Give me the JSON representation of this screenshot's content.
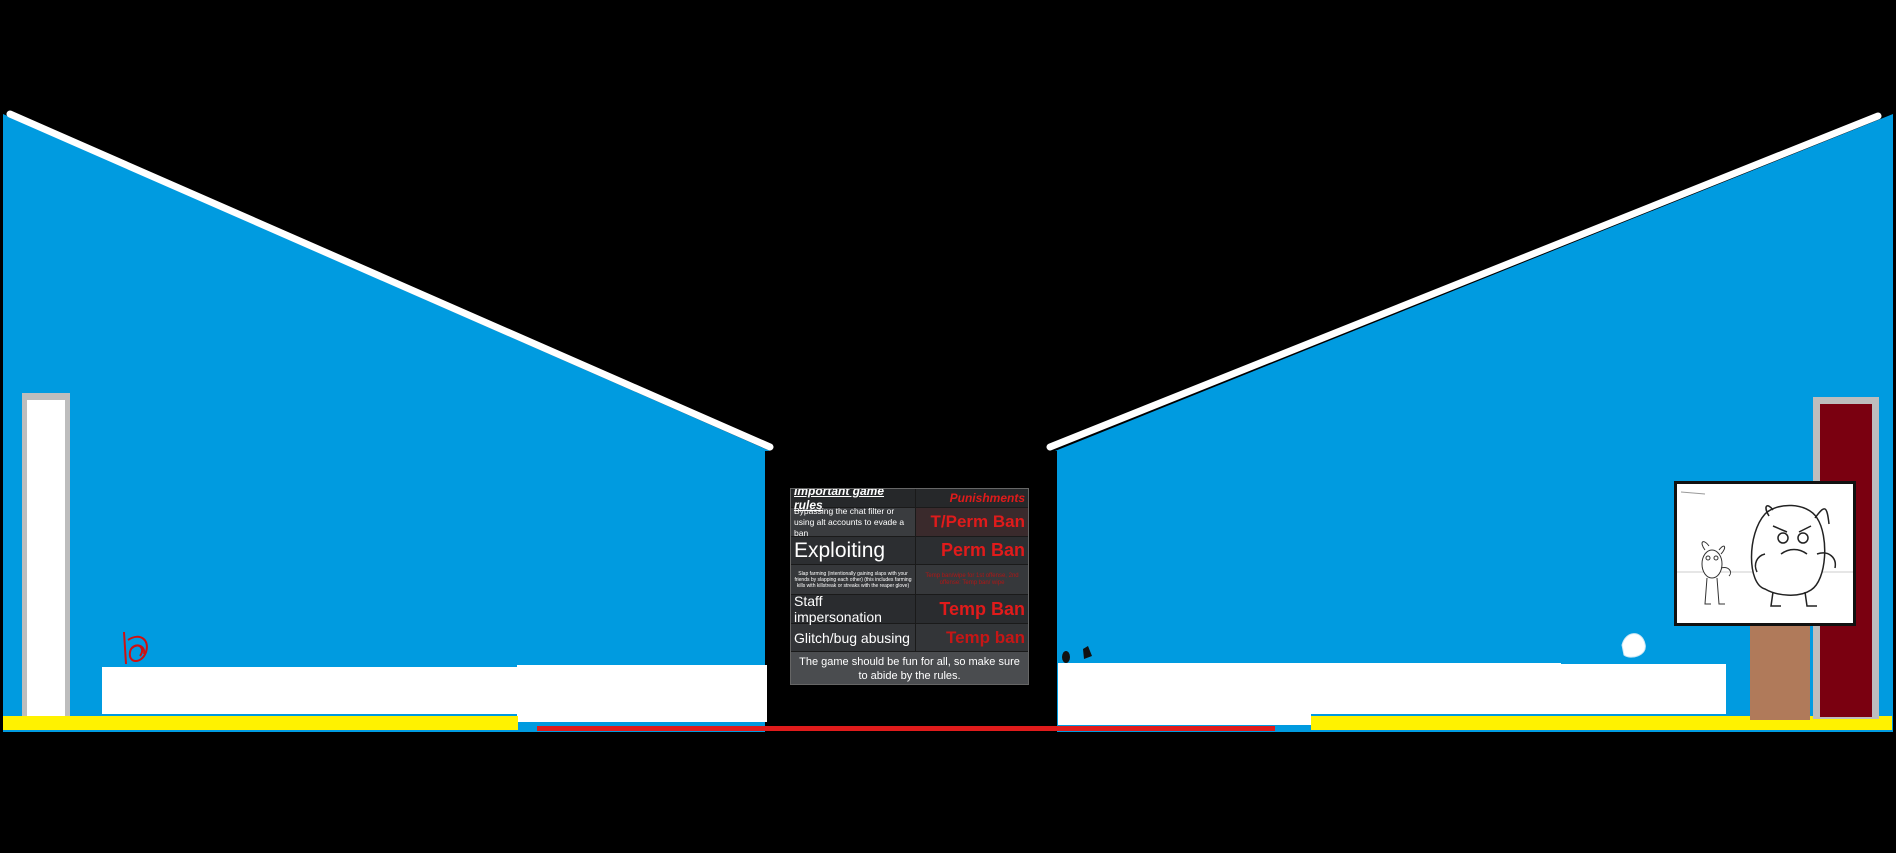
{
  "colors": {
    "sky": "#000000",
    "wall": "#009be0",
    "roof_line": "#ffffff",
    "floor_trim_left": "#fff200",
    "floor_trim_center": "#e01b1b",
    "door_right": "#7a0010",
    "board_background": "#2e3033",
    "punishment_text": "#e01b1b"
  },
  "rules_board": {
    "header": {
      "rule": "Important game rules",
      "punishment": "Punishments"
    },
    "rows": [
      {
        "rule": "Bypassing the chat filter or using alt accounts to evade a ban",
        "punishment": "T/Perm Ban"
      },
      {
        "rule": "Exploiting",
        "punishment": "Perm Ban"
      },
      {
        "rule": "Slap farming (intentionally gaining slaps with your friends by slapping each other) (this includes farming kills with killstreak or streaks with the reaper glove)",
        "punishment": "Temp ban/wipe for 1st offense, 2nd offense: Temp ban/ wipe"
      },
      {
        "rule": "Staff impersonation",
        "punishment": "Temp  Ban"
      },
      {
        "rule": "Glitch/bug abusing",
        "punishment": "Temp ban"
      }
    ],
    "footer": "The game should be fun for all, so make sure to abide by the rules."
  },
  "icons": {
    "left_scribble": "red-scribble-icon",
    "center_figures": "small-black-figures-icon",
    "right_blob": "white-blob-icon",
    "poster": "cartoon-characters-poster"
  }
}
